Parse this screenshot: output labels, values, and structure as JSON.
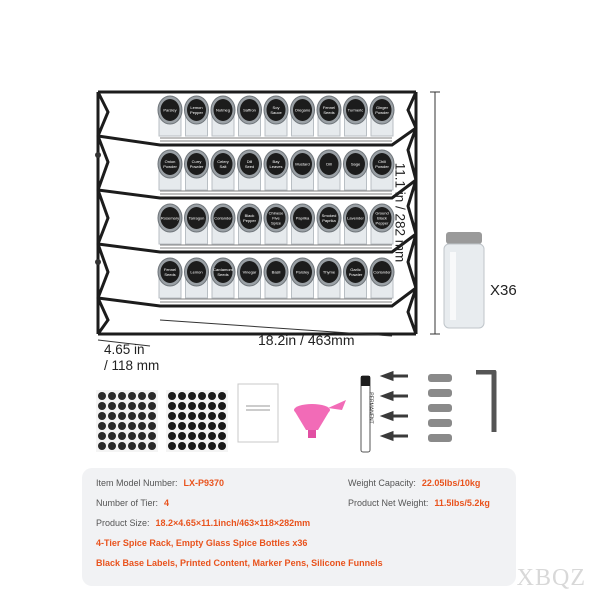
{
  "product_image": {
    "dimensions": {
      "height": "11.1 in / 282 mm",
      "width": "18.2in / 463mm",
      "depth_line1": "4.65 in",
      "depth_line2": "/ 118 mm"
    },
    "bottle_count": "X36",
    "rack_labels": [
      [
        "Parsley",
        "Lemon Pepper",
        "Nutmeg",
        "Saffron",
        "Soy Sauce",
        "Oregano",
        "Fennel Seeds",
        "Turmeric",
        "Ginger Powder"
      ],
      [
        "Onion Powder",
        "Curry Powder",
        "Celery Salt",
        "Dill Seed",
        "Bay Leaves",
        "Mustard",
        "Dill",
        "Sage",
        "Chili Powder"
      ],
      [
        "Rosemary",
        "Tarragon",
        "Coriander",
        "Black Pepper",
        "Chinese Five Spice",
        "Paprika",
        "Smoked Paprika",
        "Lavender",
        "Ground Black Pepper"
      ],
      [
        "Fennel Seeds",
        "Lemon",
        "Cardamom Seeds",
        "Vinegar",
        "Basil",
        "Parsley",
        "Thyme",
        "Garlic Powder",
        "Coriander"
      ]
    ],
    "marker_label": "PERMANENT"
  },
  "specs": {
    "model_label": "Item Model Number:",
    "model_value": "LX-P9370",
    "tier_label": "Number of Tier:",
    "tier_value": "4",
    "size_label": "Product Size:",
    "size_value": "18.2×4.65×11.1inch/463×118×282mm",
    "capacity_label": "Weight Capacity:",
    "capacity_value": "22.05lbs/10kg",
    "net_weight_label": "Product Net Weight:",
    "net_weight_value": "11.5lbs/5.2kg",
    "contents_line1": "4-Tier Spice Rack, Empty Glass Spice Bottles x36",
    "contents_line2": "Black Base Labels, Printed Content, Marker Pens, Silicone Funnels"
  },
  "watermark": "XBQZ",
  "colors": {
    "accent": "#e9531d",
    "rack": "#1c1c1c",
    "card": "#f1f2f4",
    "funnel": "#f26bb7"
  }
}
